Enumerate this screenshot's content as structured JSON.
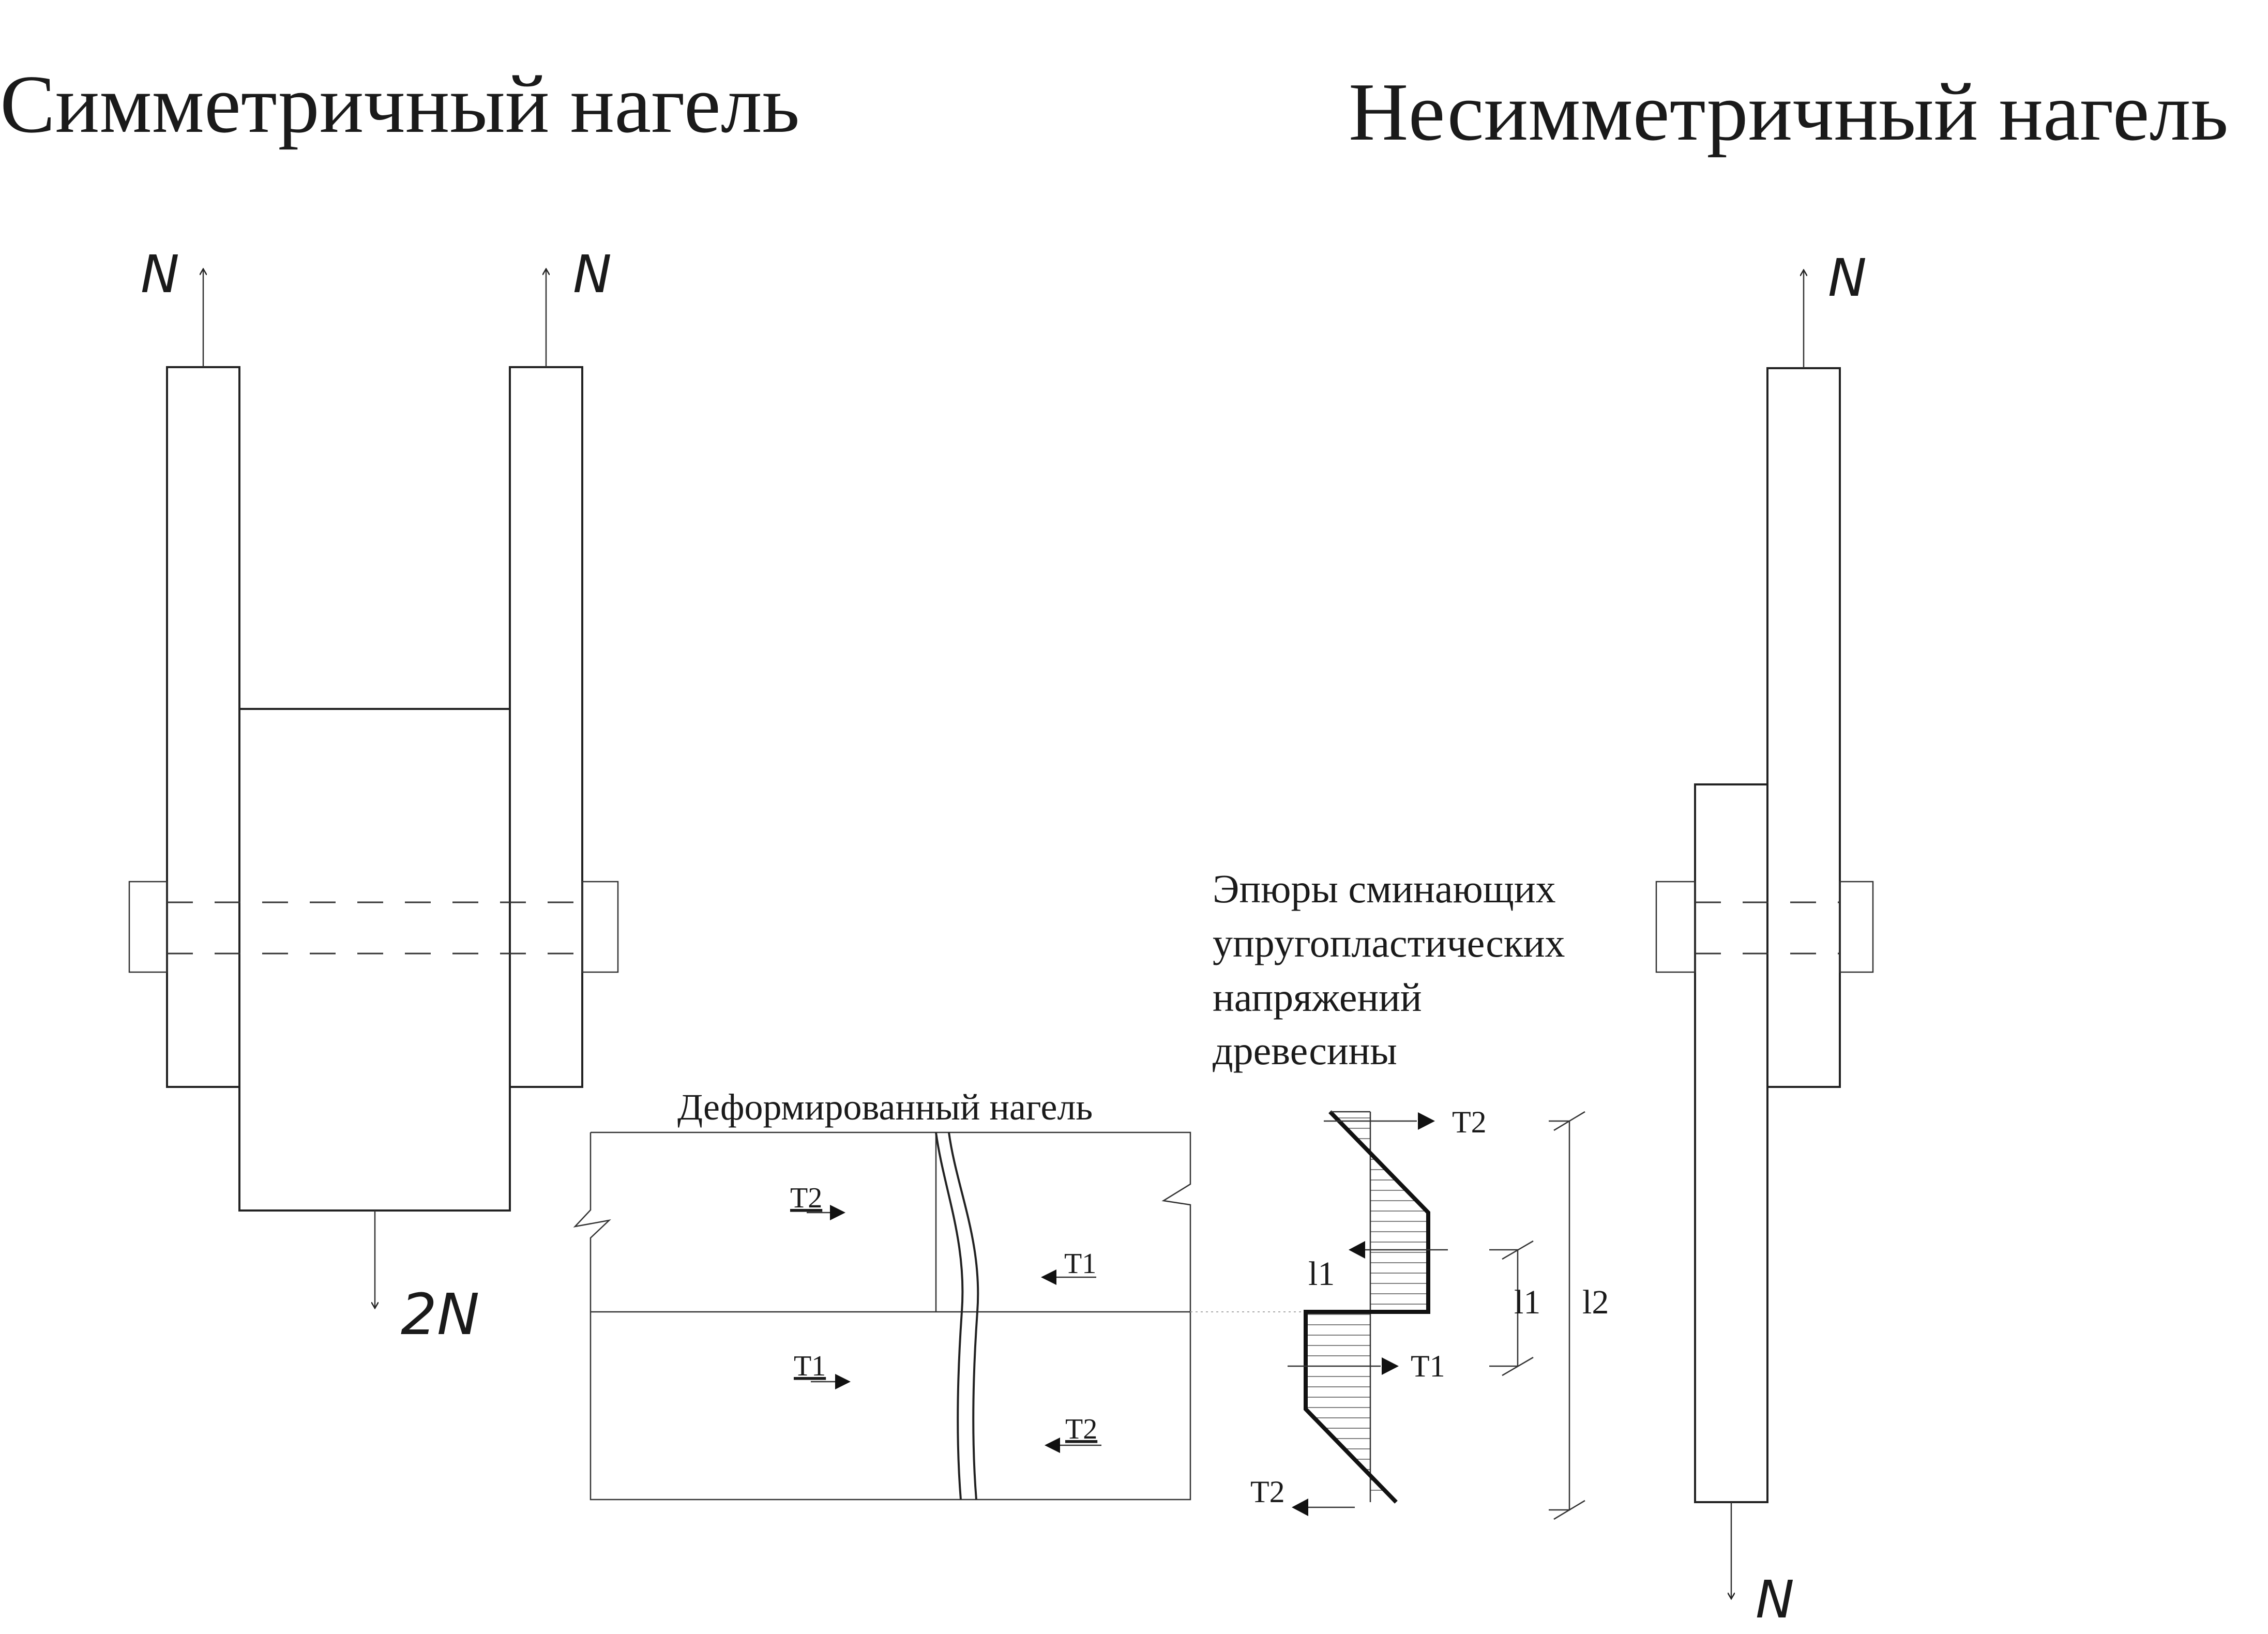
{
  "titles": {
    "symmetric": "Симметричный нагель",
    "asymmetric": "Несимметричный нагель"
  },
  "symmetric": {
    "force_left": "N",
    "force_right": "N",
    "force_bottom": "2N"
  },
  "asymmetric": {
    "force_top": "N",
    "force_bottom": "N"
  },
  "deformed": {
    "title": "Деформированный нагель",
    "labels": {
      "top_left": "T2",
      "top_right": "T1",
      "bottom_left": "T1",
      "bottom_right": "T2"
    }
  },
  "diagram": {
    "caption_lines": [
      "Эпюры сминающих",
      "упругопластических",
      "напряжений",
      "древесины"
    ],
    "t2_top": "T2",
    "t1_mid": "T1",
    "t2_bottom": "T2",
    "l1_left": "l1",
    "l1_dim": "l1",
    "l2_dim": "l2"
  }
}
